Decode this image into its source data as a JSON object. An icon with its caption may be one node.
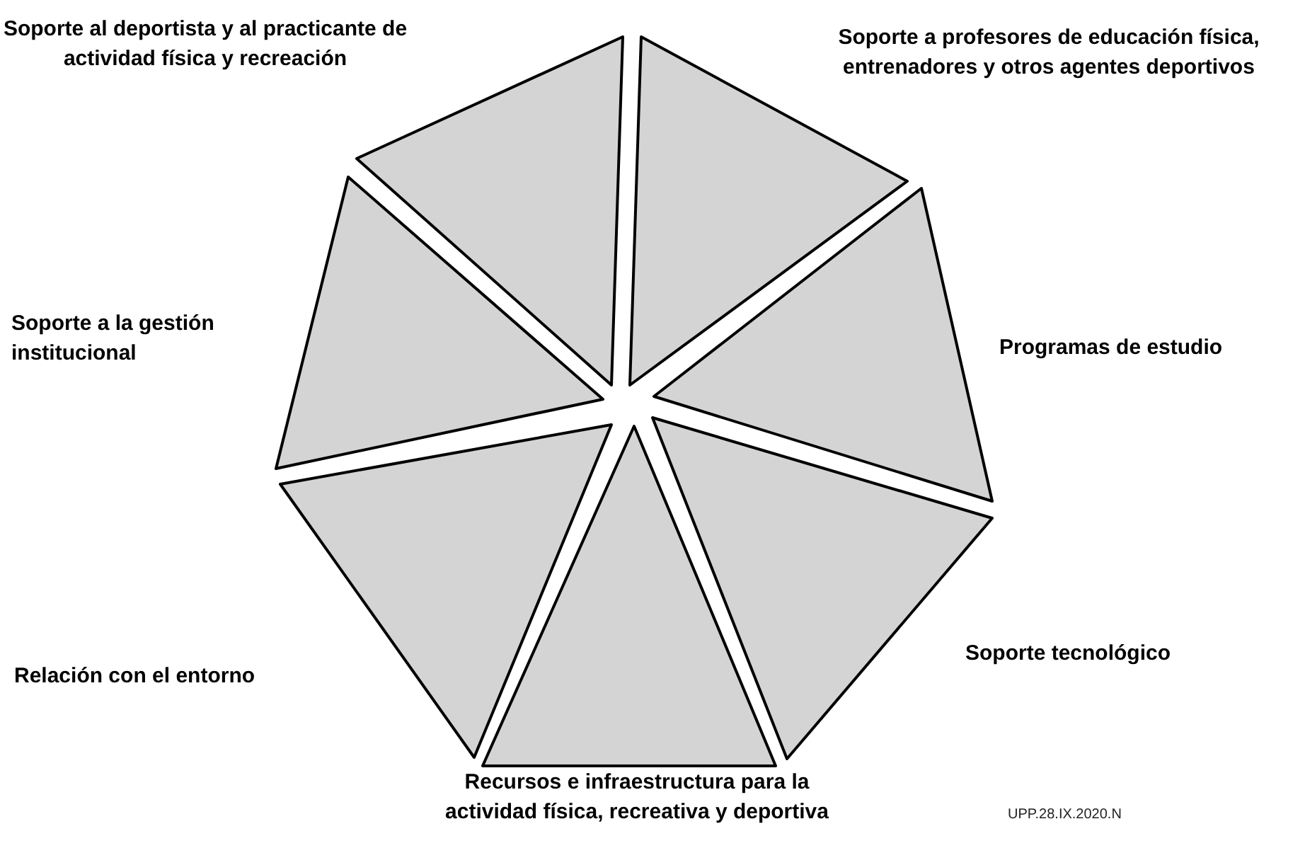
{
  "diagram": {
    "nodes": [
      {
        "text": [
          "Soporte al deportista y al practicante de actividad física y recreación"
        ]
      },
      {
        "text": [
          "Soporte a profesores de educación física, entrenadores y otros agentes deportivos"
        ]
      },
      {
        "text": [
          "Programas de estudio"
        ]
      },
      {
        "text": [
          "Soporte tecnológico"
        ]
      },
      {
        "text": [
          "Recursos e infraestructura para la actividad física, recreativa y deportiva"
        ]
      },
      {
        "text": [
          "Relación con el entorno"
        ]
      },
      {
        "text": [
          "Soporte a la gestión institucional"
        ]
      }
    ],
    "labels": [
      "UPP.28.IX.2020.N"
    ]
  }
}
